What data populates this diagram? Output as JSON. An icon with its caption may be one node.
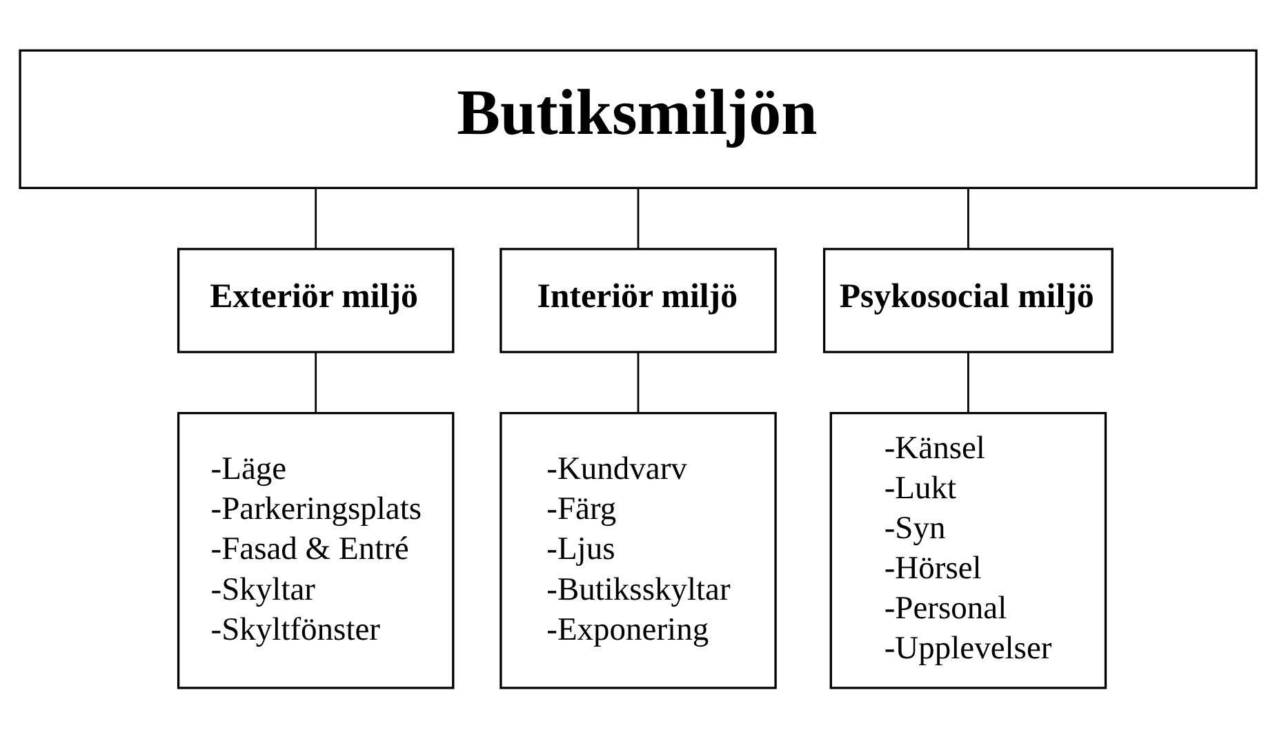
{
  "diagram": {
    "nodes": [
      {
        "text": [
          "Butiksmiljön"
        ]
      },
      {
        "text": [
          "Exteriör miljö"
        ]
      },
      {
        "text": [
          "Interiör miljö"
        ]
      },
      {
        "text": [
          "Psykosocial miljö"
        ]
      },
      {
        "text": [
          "-Läge",
          "-Parkeringsplats",
          "-Fasad & Entré",
          "-Skyltar",
          "-Skyltfönster"
        ]
      },
      {
        "text": [
          "-Kundvarv",
          "-Färg",
          "-Ljus",
          "-Butiksskyltar",
          "-Exponering"
        ]
      },
      {
        "text": [
          "-Känsel",
          "-Lukt",
          "-Syn",
          "-Hörsel",
          "-Personal",
          "-Upplevelser"
        ]
      }
    ],
    "edges": [
      {
        "from": 0,
        "to": 1,
        "arrow": "none"
      },
      {
        "from": 0,
        "to": 2,
        "arrow": "none"
      },
      {
        "from": 0,
        "to": 3,
        "arrow": "none"
      },
      {
        "from": 1,
        "to": 4,
        "arrow": "none"
      },
      {
        "from": 2,
        "to": 5,
        "arrow": "none"
      },
      {
        "from": 3,
        "to": 6,
        "arrow": "none"
      }
    ]
  }
}
